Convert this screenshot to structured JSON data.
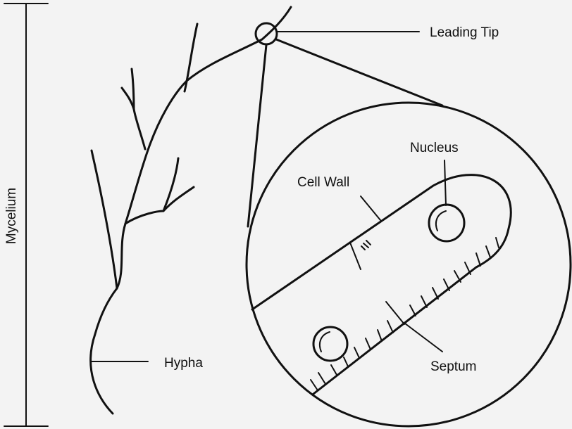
{
  "labels": {
    "mycelium": "Mycelium",
    "leading_tip": "Leading Tip",
    "nucleus": "Nucleus",
    "cell_wall": "Cell Wall",
    "hypha": "Hypha",
    "septum": "Septum"
  },
  "colors": {
    "background": "#f3f3f3",
    "ink": "#111111"
  }
}
